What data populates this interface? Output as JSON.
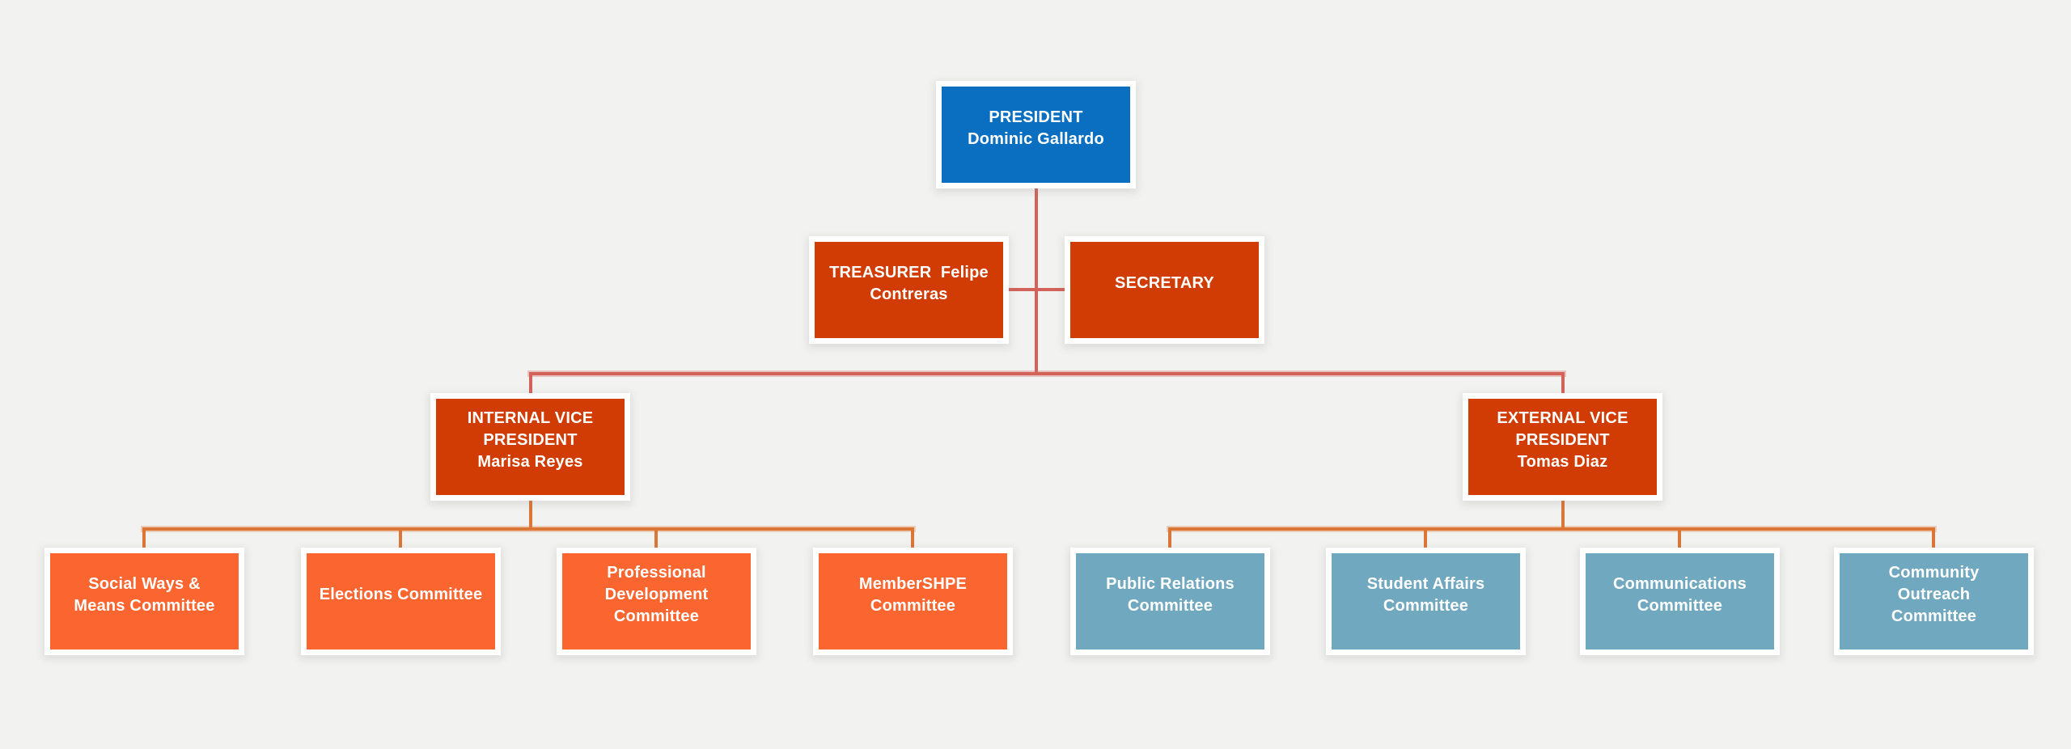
{
  "colors": {
    "background": "#f2f2f0",
    "president_fill": "#0a6fc0",
    "officer_fill": "#d03c04",
    "internal_committee_fill": "#fa6530",
    "external_committee_fill": "#70a8bf",
    "upper_connector": "#d2625a",
    "lower_connector": "#db7637",
    "text": "#ffffff"
  },
  "org_chart": {
    "type": "org-chart",
    "nodes": {
      "president": {
        "role": "PRESIDENT",
        "person": "Dominic Gallardo",
        "lines": [
          "PRESIDENT",
          "Dominic Gallardo"
        ]
      },
      "treasurer": {
        "role": "TREASURER",
        "person": "Felipe Contreras",
        "lines": [
          "TREASURER  Felipe",
          "Contreras"
        ]
      },
      "secretary": {
        "role": "SECRETARY",
        "person": "",
        "lines": [
          "SECRETARY"
        ]
      },
      "internal_vp": {
        "role": "INTERNAL VICE PRESIDENT",
        "person": "Marisa Reyes",
        "lines": [
          "INTERNAL VICE",
          "PRESIDENT",
          "Marisa Reyes"
        ]
      },
      "external_vp": {
        "role": "EXTERNAL VICE PRESIDENT",
        "person": "Tomas Diaz",
        "lines": [
          "EXTERNAL VICE",
          "PRESIDENT",
          "Tomas Diaz"
        ]
      },
      "social_ways": {
        "role": "Social Ways & Means Committee",
        "lines": [
          "Social Ways &",
          "Means Committee"
        ]
      },
      "elections": {
        "role": "Elections Committee",
        "lines": [
          "Elections Committee"
        ]
      },
      "prof_dev": {
        "role": "Professional Development Committee",
        "lines": [
          "Professional",
          "Development",
          "Committee"
        ]
      },
      "membershpe": {
        "role": "MemberSHPE Committee",
        "lines": [
          "MemberSHPE",
          "Committee"
        ]
      },
      "public_relations": {
        "role": "Public Relations Committee",
        "lines": [
          "Public Relations",
          "Committee"
        ]
      },
      "student_affairs": {
        "role": "Student Affairs Committee",
        "lines": [
          "Student Affairs",
          "Committee"
        ]
      },
      "communications": {
        "role": "Communications Committee",
        "lines": [
          "Communications",
          "Committee"
        ]
      },
      "community_outreach": {
        "role": "Community Outreach Committee",
        "lines": [
          "Community",
          "Outreach",
          "Committee"
        ]
      }
    },
    "edges": [
      {
        "from": "president",
        "to": "treasurer"
      },
      {
        "from": "president",
        "to": "secretary"
      },
      {
        "from": "president",
        "to": "internal_vp"
      },
      {
        "from": "president",
        "to": "external_vp"
      },
      {
        "from": "internal_vp",
        "to": "social_ways"
      },
      {
        "from": "internal_vp",
        "to": "elections"
      },
      {
        "from": "internal_vp",
        "to": "prof_dev"
      },
      {
        "from": "internal_vp",
        "to": "membershpe"
      },
      {
        "from": "external_vp",
        "to": "public_relations"
      },
      {
        "from": "external_vp",
        "to": "student_affairs"
      },
      {
        "from": "external_vp",
        "to": "communications"
      },
      {
        "from": "external_vp",
        "to": "community_outreach"
      }
    ]
  }
}
